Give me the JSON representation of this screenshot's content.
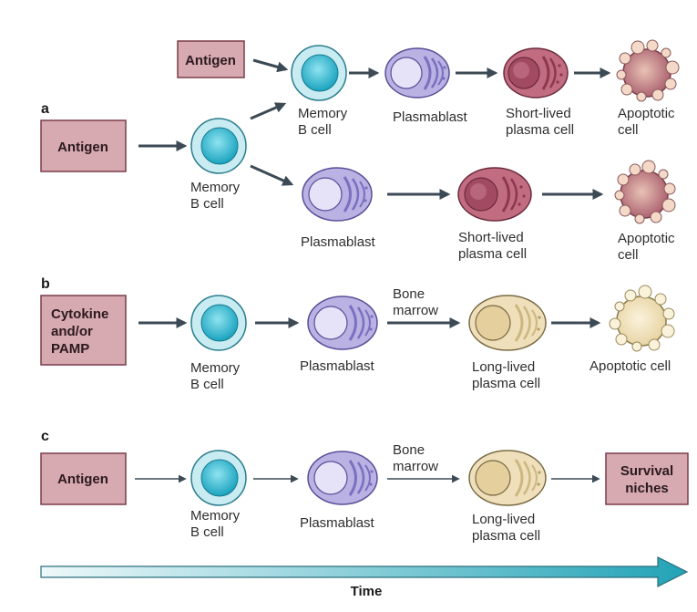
{
  "panels": {
    "a": {
      "letter": "a",
      "antigen_small": "Antigen",
      "antigen_main": "Antigen",
      "memory_top": [
        "Memory",
        "B cell"
      ],
      "plasmablast_top": "Plasmablast",
      "shortlived_top": [
        "Short-lived",
        "plasma cell"
      ],
      "apoptotic_top": [
        "Apoptotic",
        "cell"
      ],
      "memory_mid": [
        "Memory",
        "B cell"
      ],
      "plasmablast_bottom": "Plasmablast",
      "shortlived_bottom": [
        "Short-lived",
        "plasma cell"
      ],
      "apoptotic_bottom": [
        "Apoptotic",
        "cell"
      ]
    },
    "b": {
      "letter": "b",
      "trigger": [
        "Cytokine",
        "and/or",
        "PAMP"
      ],
      "memory": [
        "Memory",
        "B cell"
      ],
      "plasmablast": "Plasmablast",
      "bone_marrow": [
        "Bone",
        "marrow"
      ],
      "longlived": [
        "Long-lived",
        "plasma cell"
      ],
      "apoptotic": "Apoptotic cell"
    },
    "c": {
      "letter": "c",
      "antigen": "Antigen",
      "memory": [
        "Memory",
        "B cell"
      ],
      "plasmablast": "Plasmablast",
      "bone_marrow": [
        "Bone",
        "marrow"
      ],
      "longlived": [
        "Long-lived",
        "plasma cell"
      ],
      "survival": [
        "Survival",
        "niches"
      ]
    }
  },
  "time_label": "Time",
  "colors": {
    "box_fill": "#d7a9b1",
    "box_stroke": "#7a3d4b",
    "arrow": "#3c4a55",
    "memory_ring": "#c9ecf3",
    "memory_core": "#29b6cf",
    "plasmablast_body": "#b9b2e3",
    "plasmablast_nucleus": "#e6e3f8",
    "shortlived_body": "#c26c82",
    "shortlived_nucleus": "#a34a63",
    "longlived_body": "#efe0bb",
    "longlived_nucleus": "#e4cf9d",
    "apoptotic_red": "#b66a7a",
    "apoptotic_yellow": "#efe0bb",
    "bleb": "#f4d8c8",
    "time_bar": "#29a7b8"
  }
}
